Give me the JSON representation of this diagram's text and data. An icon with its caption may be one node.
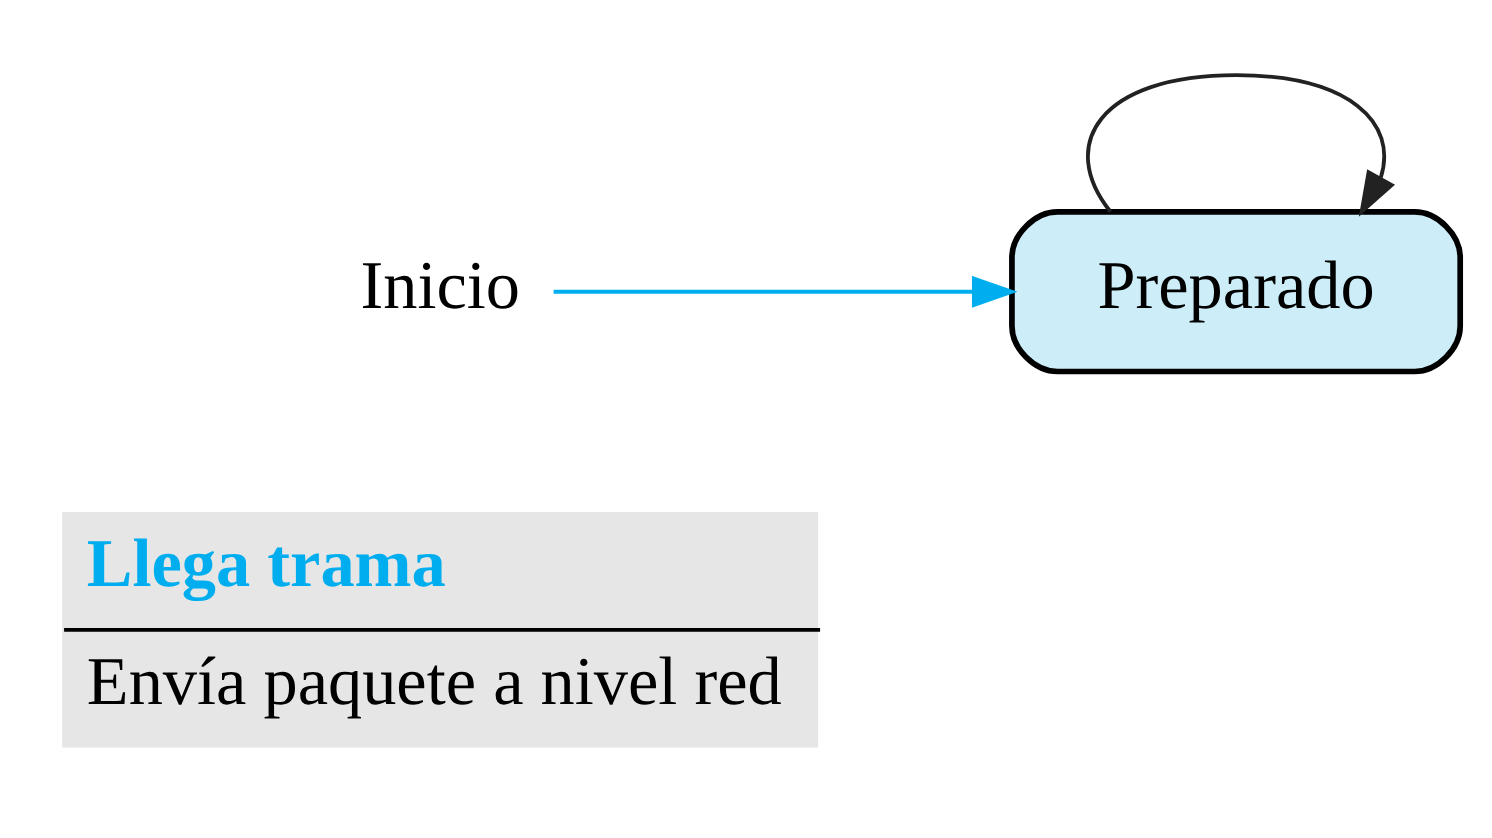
{
  "diagram": {
    "nodes": [
      {
        "text": [
          "Llega trama",
          "Envía paquete a nivel red"
        ]
      },
      {
        "text": [
          "Inicio"
        ]
      },
      {
        "text": [
          "Preparado"
        ]
      }
    ],
    "edges": [
      {
        "from": 1,
        "to": 2,
        "arrow": "to",
        "color": "#00aeef"
      },
      {
        "from": 2,
        "to": 2,
        "arrow": "to",
        "color": "#222222"
      }
    ]
  }
}
